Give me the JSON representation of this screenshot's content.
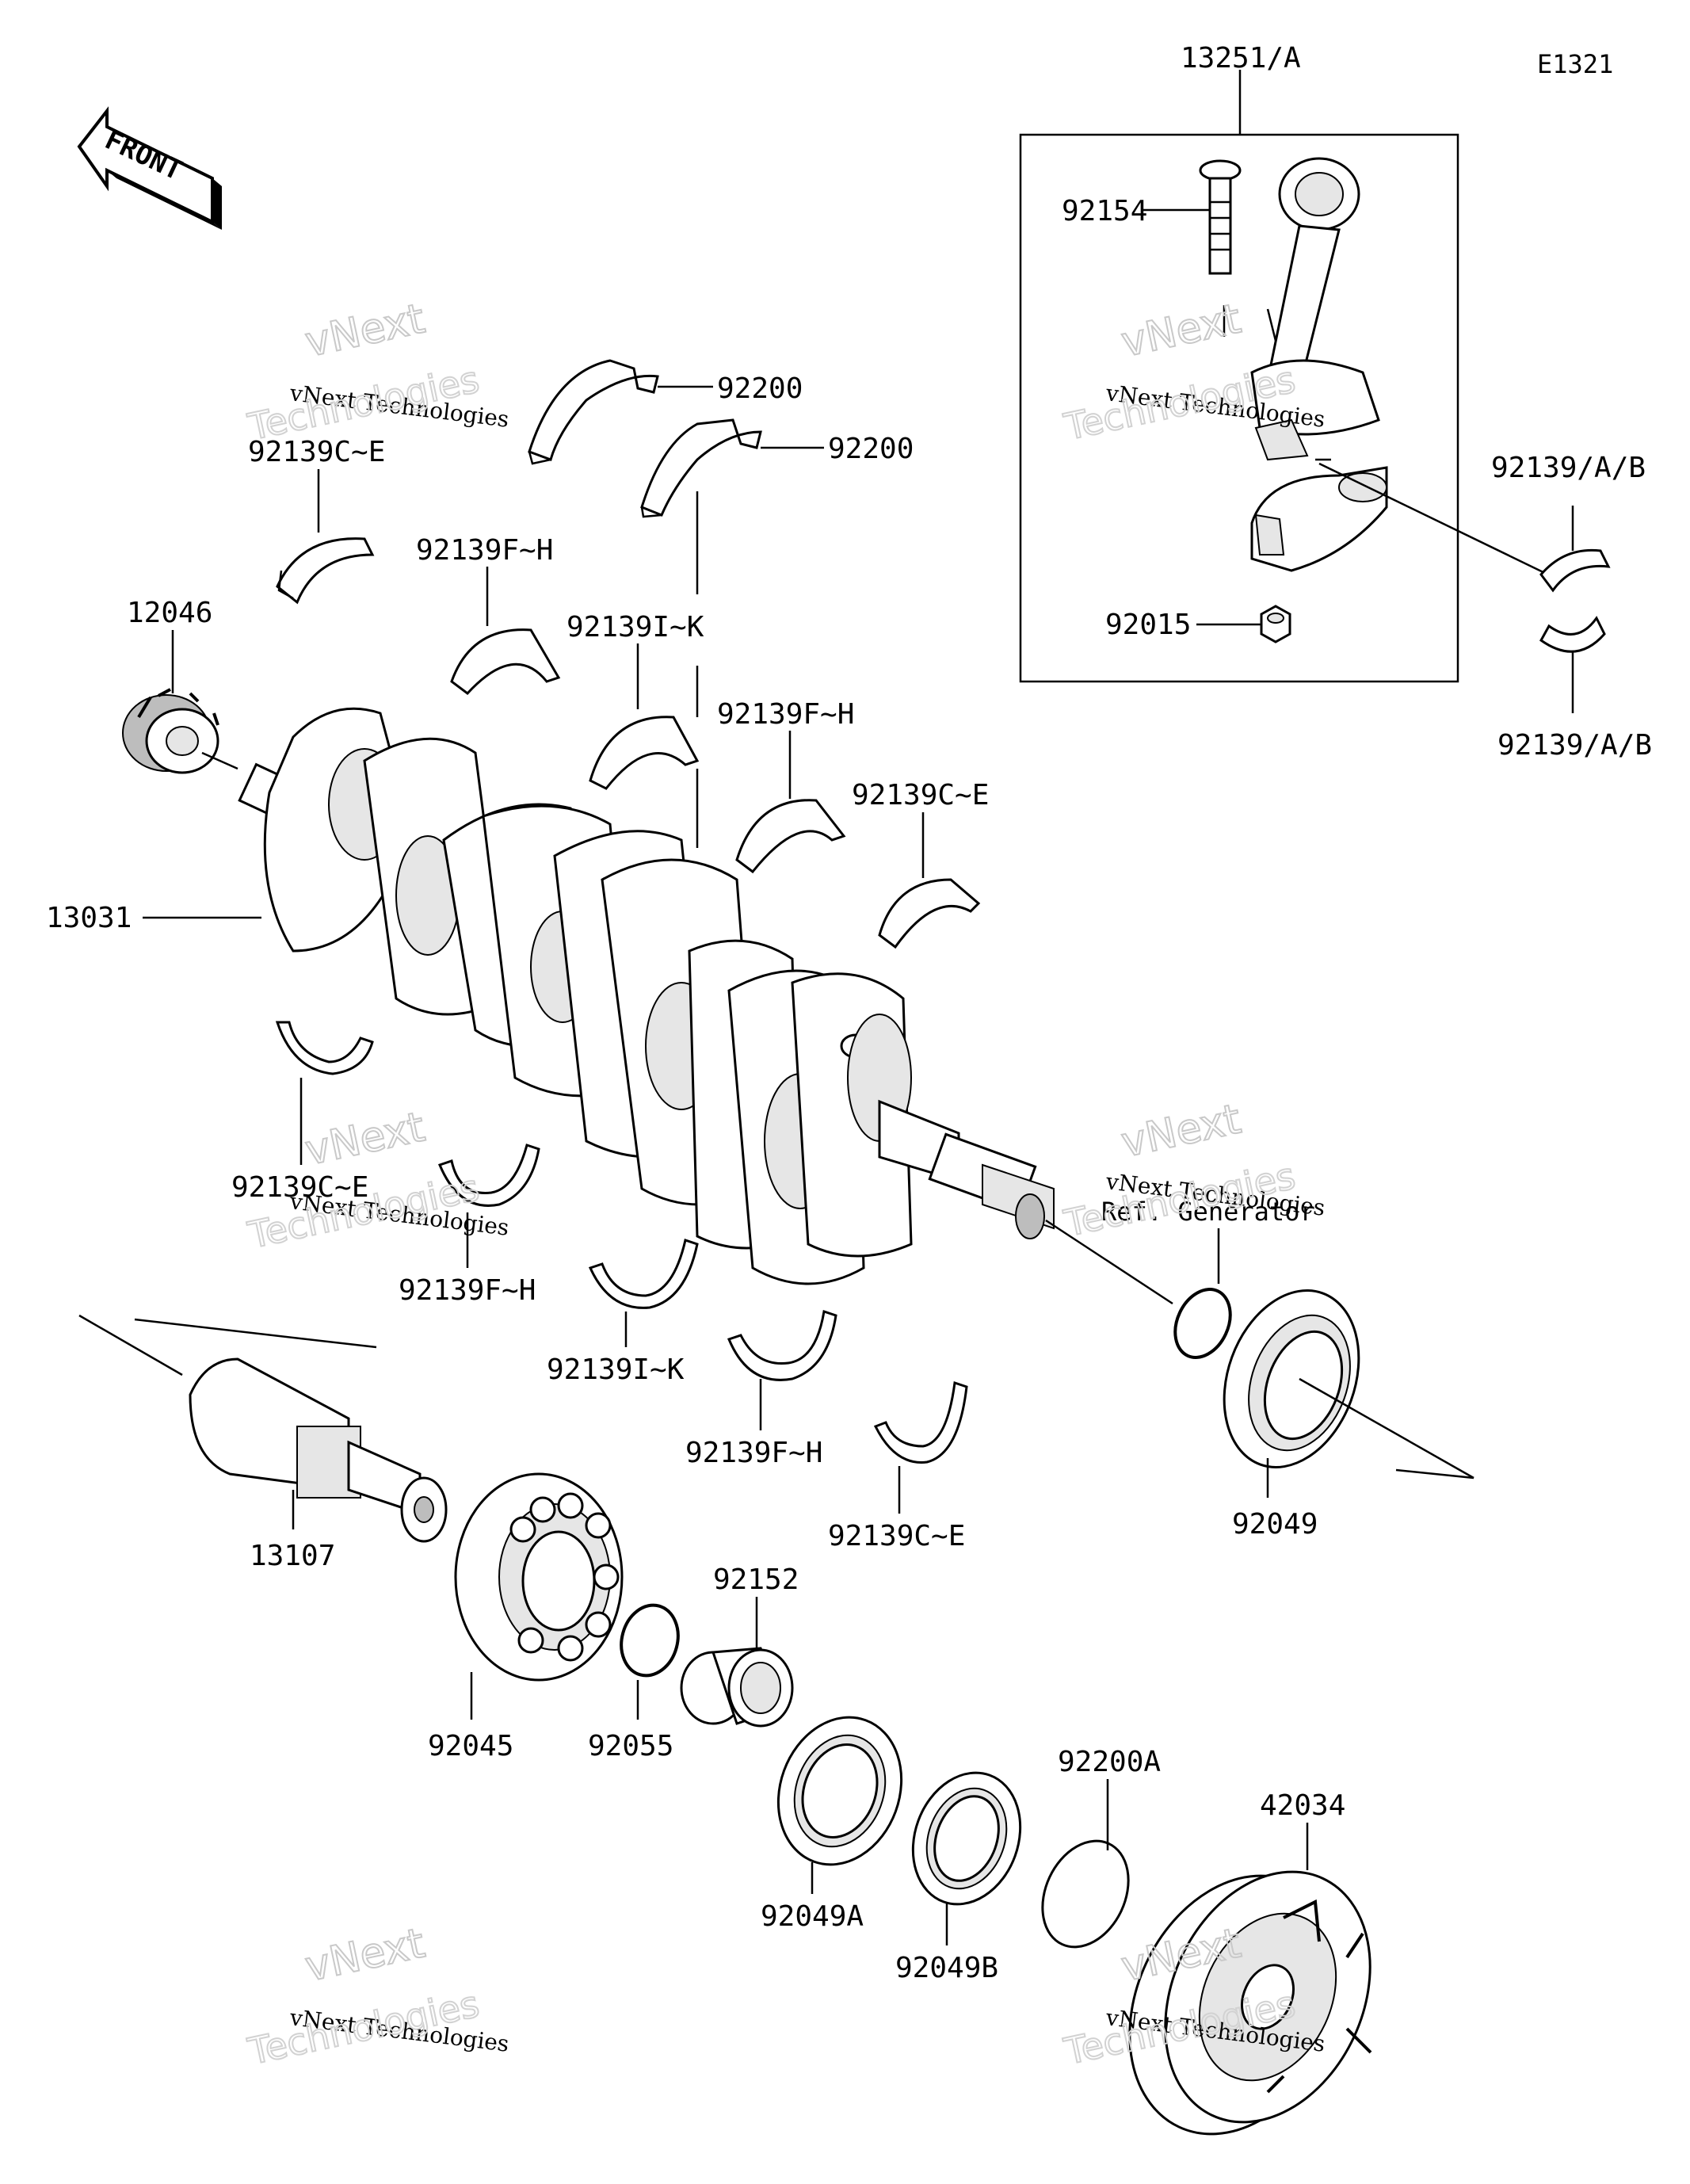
{
  "diagram": {
    "ref_code": "E1321",
    "front_label": "FRONT",
    "note_ref_generator": "Ref. Generator",
    "part_labels": {
      "assembly_13251": "13251/A",
      "bolt_92154": "92154",
      "nut_92015": "92015",
      "bearing_92139ab_top": "92139/A/B",
      "bearing_92139ab_bottom": "92139/A/B",
      "thrust_92200_a": "92200",
      "thrust_92200_b": "92200",
      "bearing_ce_top": "92139C~E",
      "bearing_fh_top": "92139F~H",
      "bearing_ik_top": "92139I~K",
      "bearing_fh_mid": "92139F~H",
      "bearing_ce_mid": "92139C~E",
      "gear_12046": "12046",
      "crankshaft_13031": "13031",
      "bearing_ce_low": "92139C~E",
      "bearing_fh_low": "92139F~H",
      "bearing_ik_low": "92139I~K",
      "bearing_fh_low2": "92139F~H",
      "bearing_ce_low2": "92139C~E",
      "shaft_13107": "13107",
      "ball_bearing_92045": "92045",
      "oring_92055": "92055",
      "collar_92152": "92152",
      "seal_92049a": "92049A",
      "seal_92049b": "92049B",
      "seal_92049": "92049",
      "washer_92200a": "92200A",
      "pulley_42034": "42034"
    },
    "watermark": {
      "brand": "vNext",
      "line1": "vNext Technologies",
      "line2": "Technologies"
    }
  }
}
